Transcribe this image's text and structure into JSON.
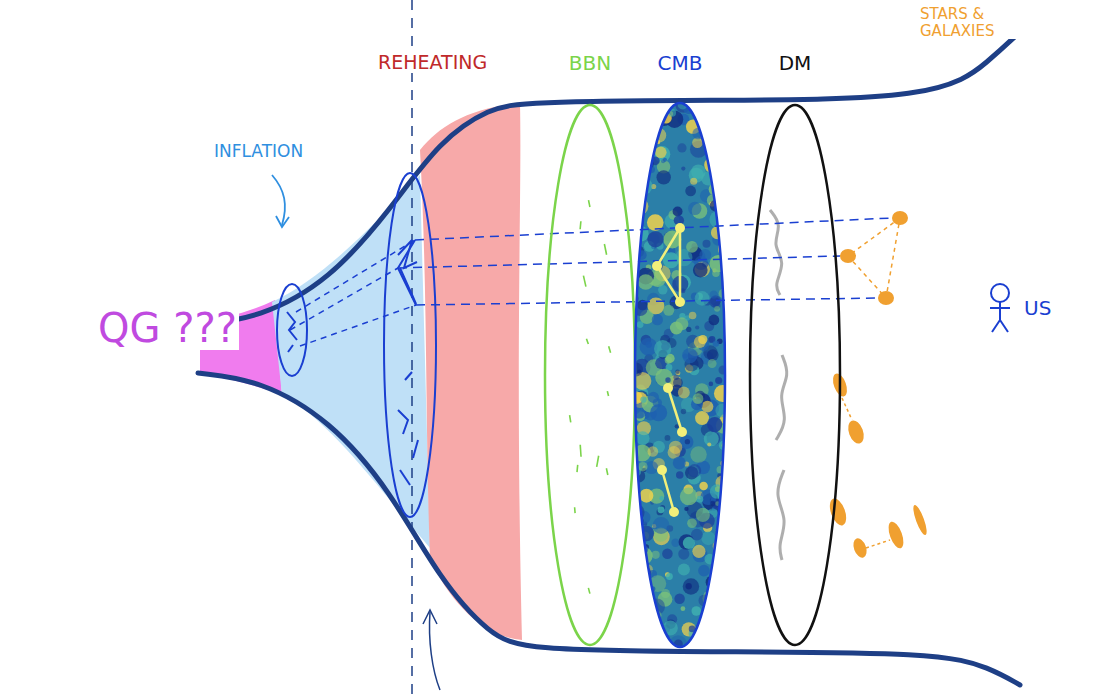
{
  "diagram": {
    "nodes": [
      {
        "text": [
          "BBN"
        ]
      },
      {
        "text": [
          "CMB"
        ]
      },
      {
        "text": [
          "DM"
        ]
      }
    ],
    "labels": [
      "QG ???",
      "INFLATION",
      "REHEATING",
      "STARS & GALAXIES",
      "US"
    ]
  }
}
